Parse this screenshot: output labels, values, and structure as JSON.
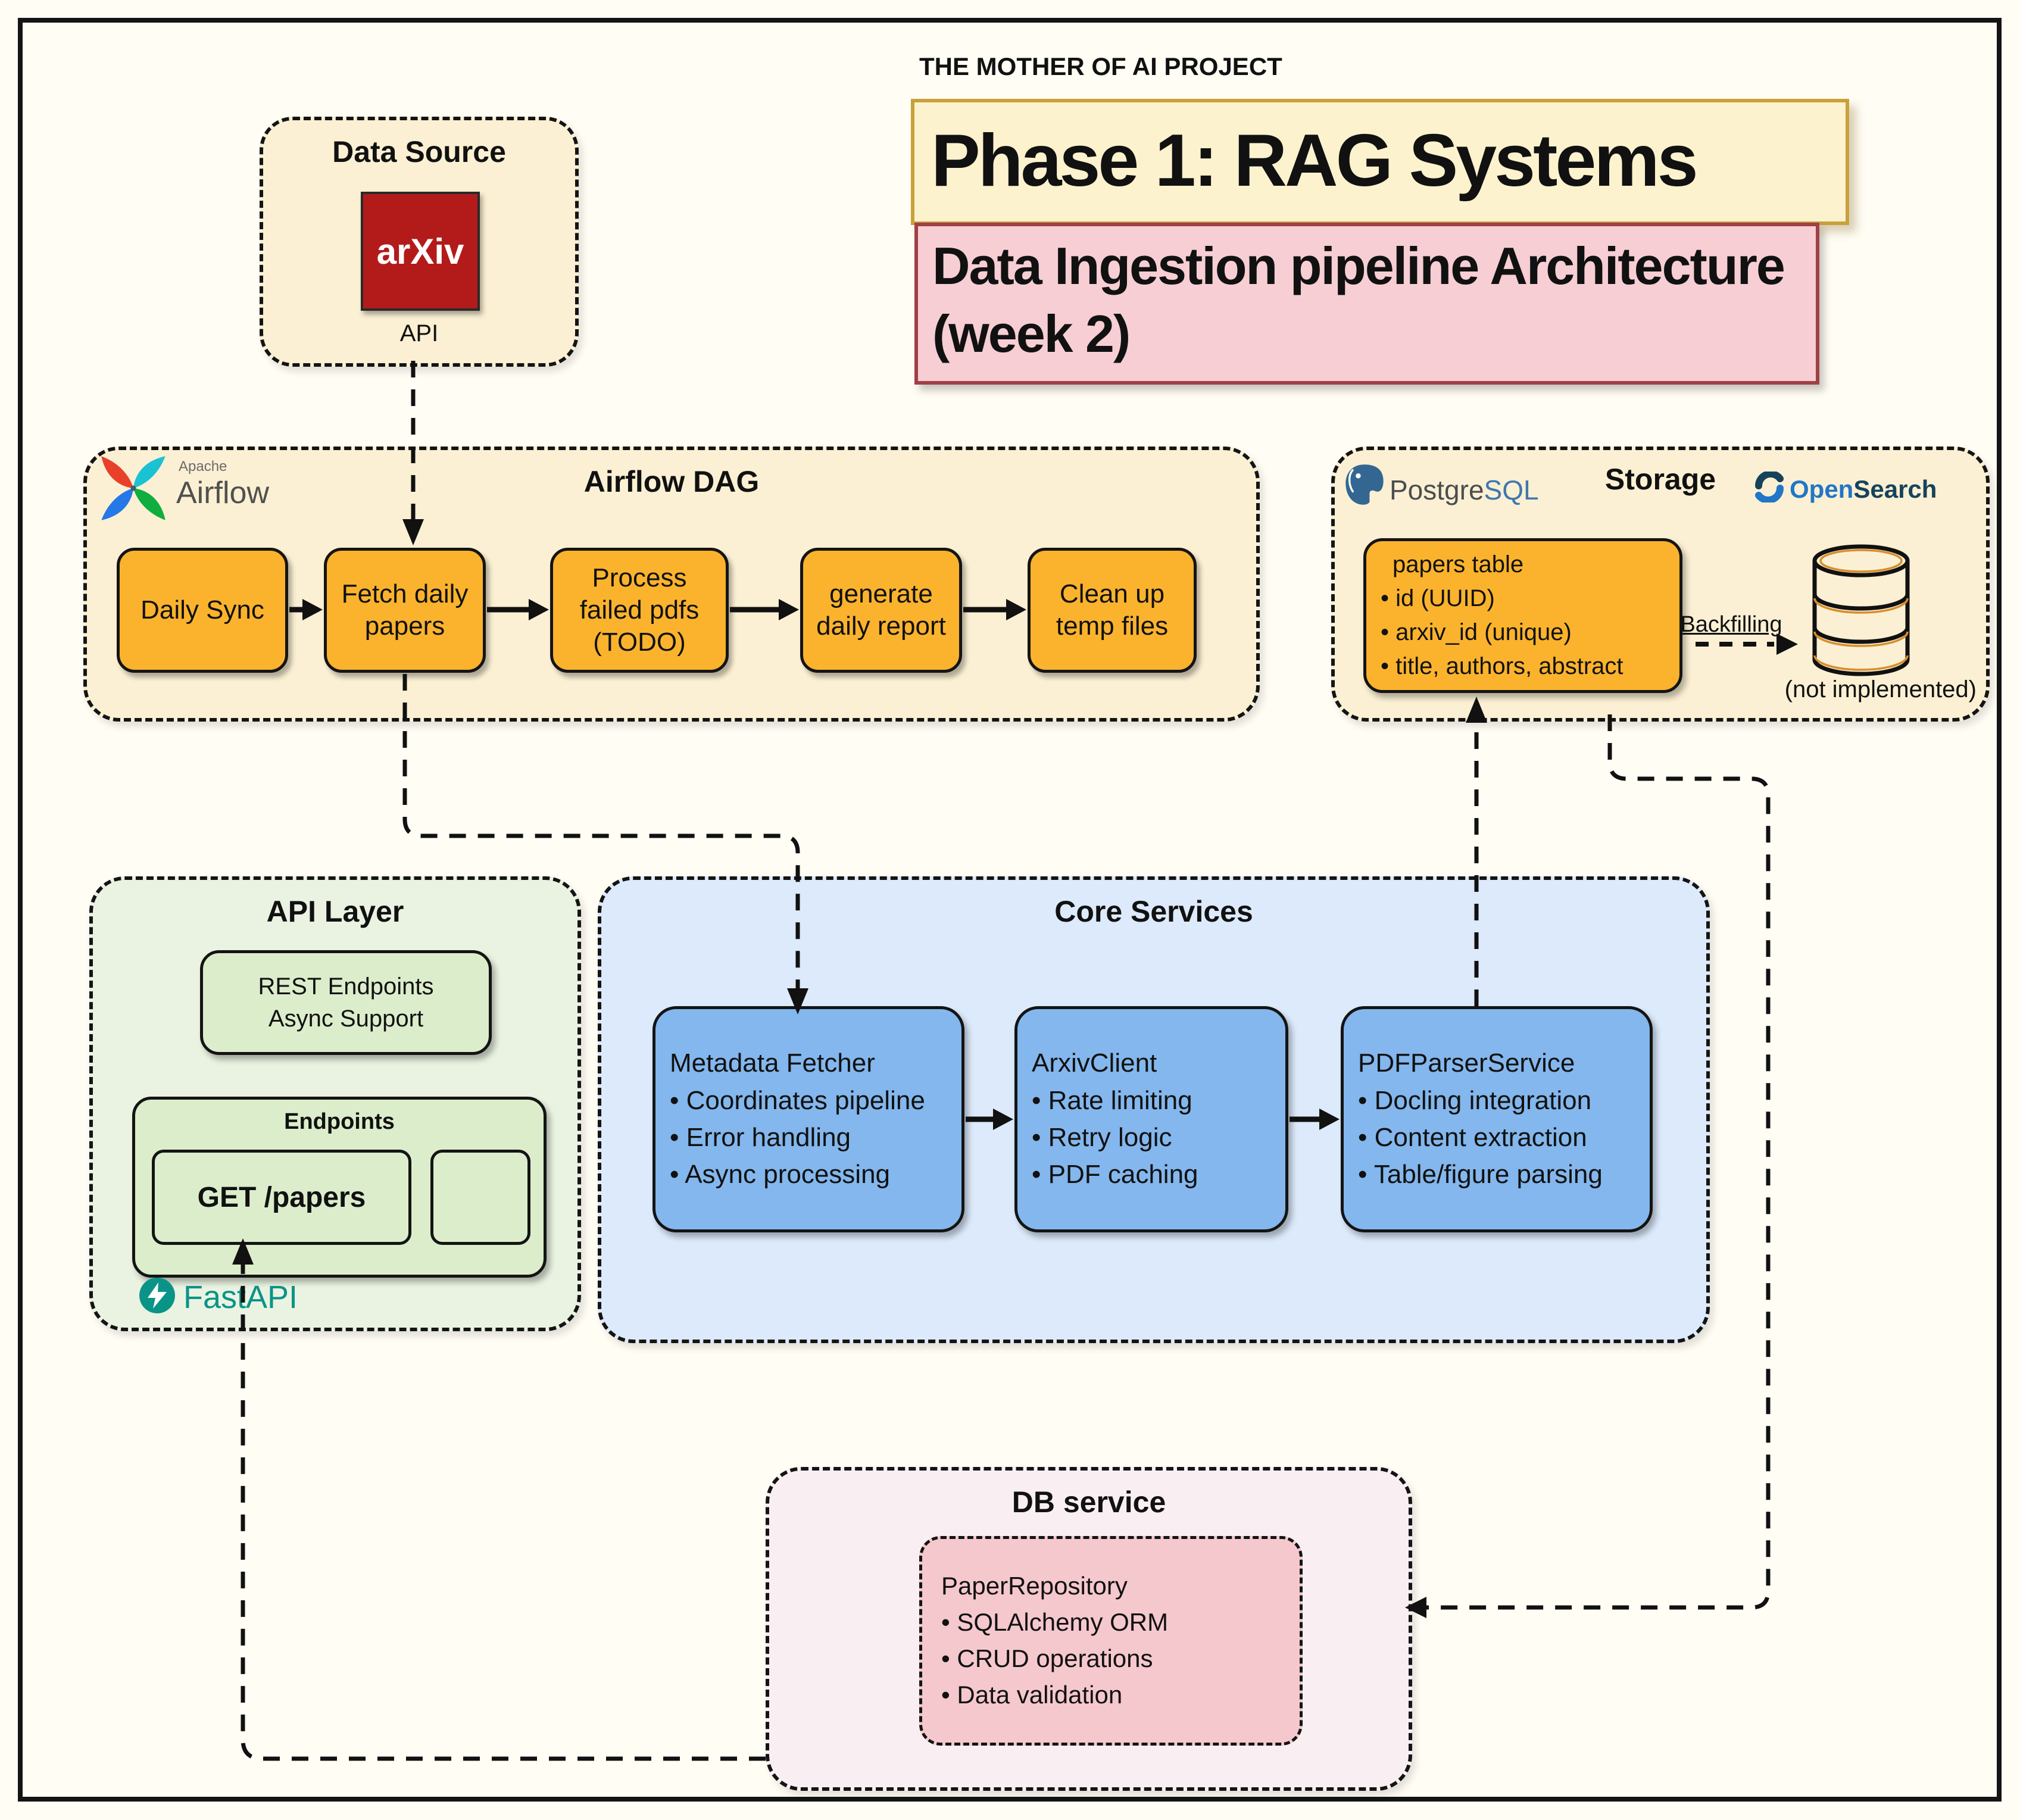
{
  "colors": {
    "bg": "#FFFDF4",
    "line": "#141414",
    "cream": "#FBF0D3",
    "orange": "#FBB32D",
    "yellow-title-bg": "#FCF2CE",
    "yellow-title-border": "#C9A13B",
    "pink-title-bg": "#F6CED3",
    "pink-title-border": "#A04046",
    "blue-panel": "#DCEAFB",
    "blue-card": "#83B7ED",
    "green-panel": "#EAF3E2",
    "green-card": "#DCEDCB",
    "pink-panel": "#F9EFF2",
    "pink-card": "#F5C8CE",
    "arxiv-red": "#B31B1B",
    "fastapi-teal": "#0A9488",
    "pg-gray": "#4A4D50",
    "pg-blue": "#3F77AE",
    "os-blue": "#2176C7",
    "os-navy": "#16435C",
    "airflow-text": "#51504F"
  },
  "header": {
    "kicker": "THE MOTHER OF AI PROJECT",
    "title": "Phase 1: RAG Systems",
    "subtitle_line1": "Data Ingestion pipeline Architecture",
    "subtitle_line2": "(week 2)"
  },
  "data_source": {
    "title": "Data Source",
    "logo_text": "arXiv",
    "api_label": "API"
  },
  "airflow": {
    "title": "Airflow DAG",
    "logo_small": "Apache",
    "logo_large": "Airflow",
    "tasks": [
      "Daily Sync",
      "Fetch daily papers",
      "Process failed pdfs (TODO)",
      "generate daily report",
      "Clean up temp files"
    ]
  },
  "storage": {
    "title": "Storage",
    "postgres_label_1": "Postgre",
    "postgres_label_2": "SQL",
    "opensearch_label_1": "Open",
    "opensearch_label_2": "Search",
    "papers_table": {
      "title": "papers table",
      "items": [
        "id (UUID)",
        "arxiv_id (unique)",
        "title, authors, abstract"
      ]
    },
    "backfilling_label": "Backfilling",
    "not_implemented_label": "(not implemented)"
  },
  "api_layer": {
    "title": "API Layer",
    "rest_line1": "REST Endpoints",
    "rest_line2": "Async Support",
    "endpoints_title": "Endpoints",
    "get_papers_label": "GET /papers",
    "fastapi_label": "FastAPI"
  },
  "core_services": {
    "title": "Core Services",
    "services": [
      {
        "title": "Metadata Fetcher",
        "items": [
          "Coordinates pipeline",
          "Error handling",
          "Async processing"
        ]
      },
      {
        "title": "ArxivClient",
        "items": [
          "Rate limiting",
          "Retry logic",
          "PDF caching"
        ]
      },
      {
        "title": "PDFParserService",
        "items": [
          "Docling integration",
          "Content extraction",
          "Table/figure parsing"
        ]
      }
    ]
  },
  "db_service": {
    "title": "DB service",
    "repository": {
      "title": "PaperRepository",
      "items": [
        "SQLAlchemy ORM",
        "CRUD operations",
        "Data validation"
      ]
    }
  }
}
